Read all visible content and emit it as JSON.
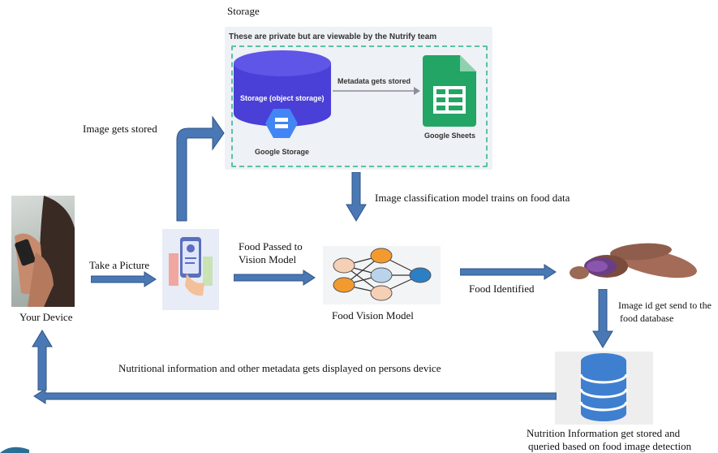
{
  "storage_title": "Storage",
  "storage_note": "These are private but are viewable by the Nutrify team",
  "storage_object_label": "Storage (object storage)",
  "google_storage_label": "Google Storage",
  "metadata_label": "Metadata gets stored",
  "google_sheets_label": "Google Sheets",
  "image_stored_label": "Image gets stored",
  "classification_label": "Image classification model trains on food data",
  "take_picture_label": "Take a Picture",
  "food_passed_line1": "Food Passed to",
  "food_passed_line2": "Vision Model",
  "food_vision_label": "Food Vision Model",
  "food_identified_label": "Food Identified",
  "image_id_line1": "Image id get send to the",
  "image_id_line2": "food database",
  "your_device_label": "Your Device",
  "nutritional_info_label": "Nutritional information and other metadata gets displayed on persons device",
  "nutrition_stored_line1": "Nutrition Information get stored and",
  "nutrition_stored_line2": "queried based on food image detection",
  "colors": {
    "arrow_fill": "#4a78b5",
    "arrow_stroke": "#2f5484",
    "cylinder": "#4a3fd6",
    "sheets_green": "#23a566",
    "dashed_border": "#56c3a6",
    "db_blue": "#3f7fcf"
  }
}
